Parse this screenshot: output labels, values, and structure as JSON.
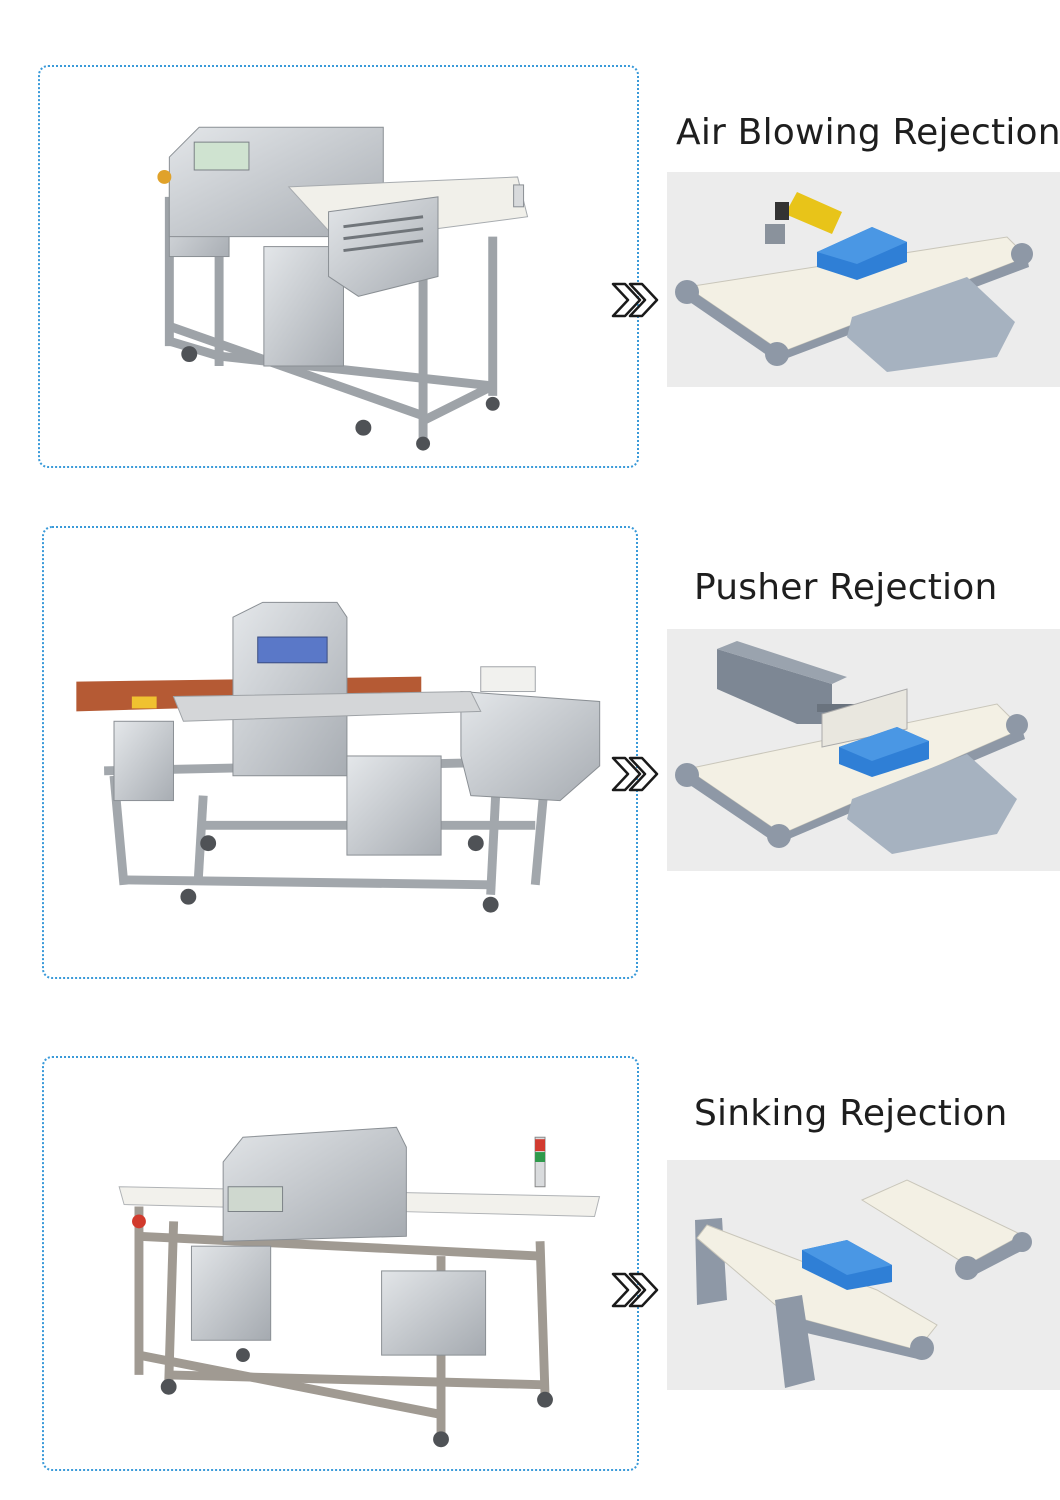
{
  "sections": [
    {
      "title": "Air Blowing Rejection",
      "arrow_icon": "double-chevron-right-icon",
      "machine_image": "metal-detector-machine-air-blowing",
      "diagram_image": "air-blowing-rejector-diagram"
    },
    {
      "title": "Pusher Rejection",
      "arrow_icon": "double-chevron-right-icon",
      "machine_image": "metal-detector-machine-pusher",
      "diagram_image": "pusher-rejector-diagram"
    },
    {
      "title": "Sinking Rejection",
      "arrow_icon": "double-chevron-right-icon",
      "machine_image": "metal-detector-machine-sinking",
      "diagram_image": "sinking-rejector-diagram"
    }
  ],
  "colors": {
    "dotted_border": "#3a9ad9",
    "belt": "#f3f0e4",
    "frame": "#8e98a6",
    "product": "#2f7fd6",
    "steel": "#c4c8cc"
  }
}
